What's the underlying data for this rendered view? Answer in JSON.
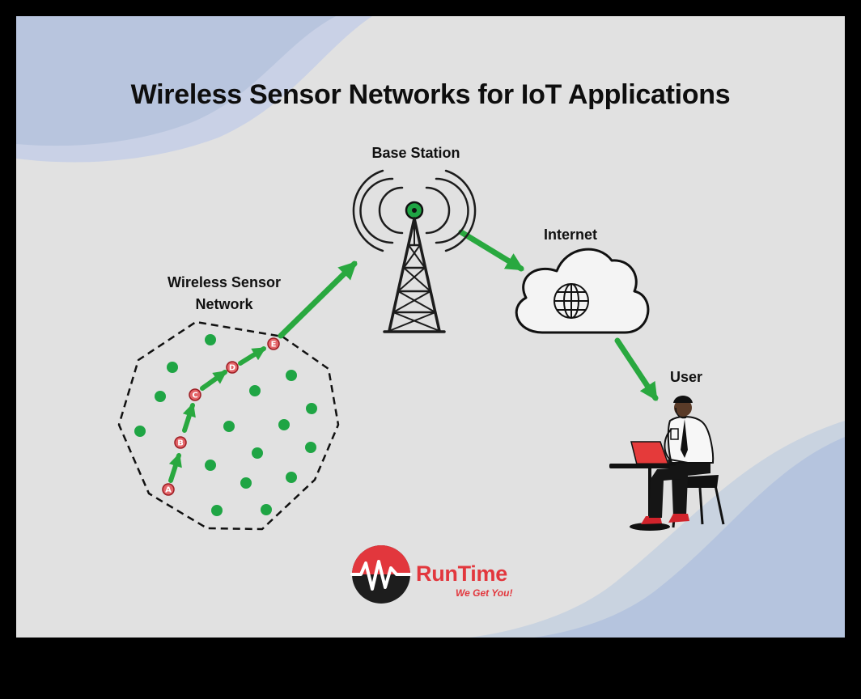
{
  "title": "Wireless Sensor Networks for IoT Applications",
  "labels": {
    "base_station": "Base Station",
    "internet": "Internet",
    "wsn_line1": "Wireless Sensor",
    "wsn_line2": "Network",
    "user": "User"
  },
  "route_nodes": [
    "A",
    "B",
    "C",
    "D",
    "E"
  ],
  "brand": {
    "name": "RunTime",
    "tagline": "We Get You!"
  },
  "colors": {
    "background": "#e1e1e1",
    "wave_blue": "#b9c7de",
    "arrow_green": "#29a83f",
    "sensor_green": "#1fa544",
    "route_node": "#e36468",
    "brand_red": "#e2373d",
    "laptop_red": "#e53a3a"
  },
  "icons": [
    "tower-icon",
    "cloud-icon",
    "globe-icon",
    "user-at-laptop-icon",
    "brand-logo-icon"
  ]
}
